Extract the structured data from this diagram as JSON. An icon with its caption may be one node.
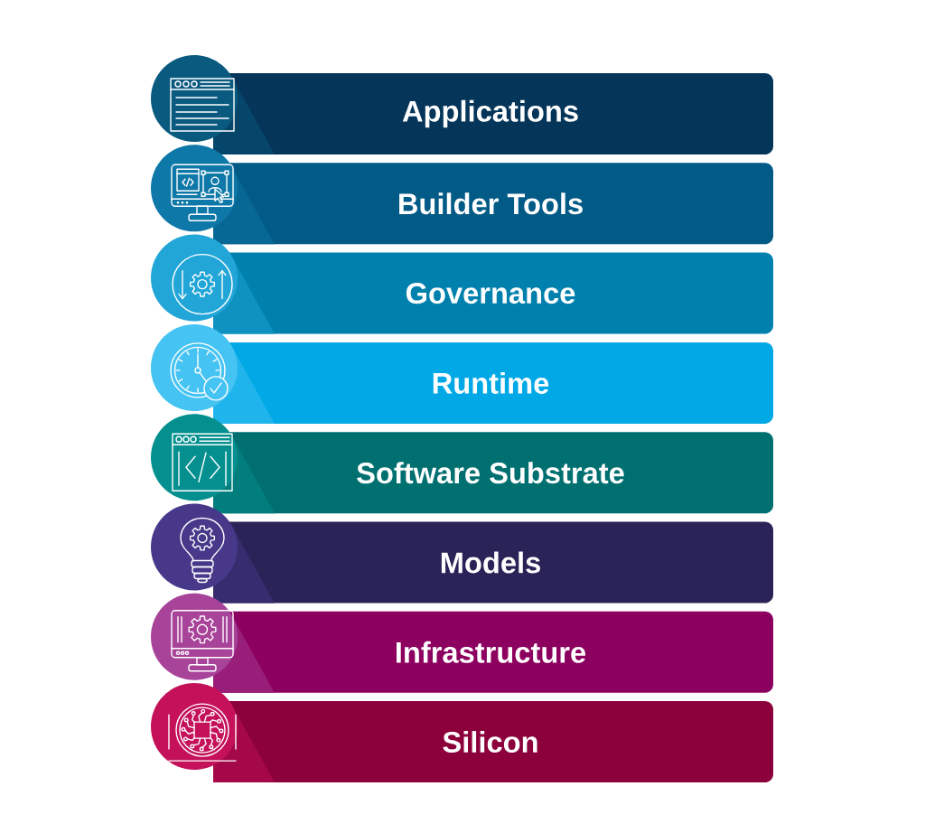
{
  "diagram": {
    "nodes": [
      {
        "text": [
          "Applications"
        ]
      },
      {
        "text": [
          "Builder Tools"
        ]
      },
      {
        "text": [
          "Governance"
        ]
      },
      {
        "text": [
          "Runtime"
        ]
      },
      {
        "text": [
          "Software Substrate"
        ]
      },
      {
        "text": [
          "Models"
        ]
      },
      {
        "text": [
          "Infrastructure"
        ]
      },
      {
        "text": [
          "Silicon"
        ]
      }
    ]
  }
}
